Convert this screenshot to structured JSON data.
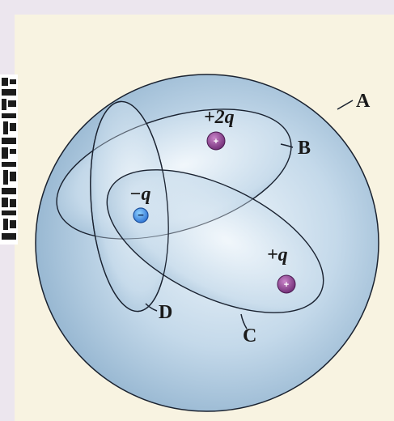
{
  "diagram": {
    "surfaces": {
      "A": {
        "label": "A"
      },
      "B": {
        "label": "B"
      },
      "C": {
        "label": "C"
      },
      "D": {
        "label": "D"
      }
    },
    "charges": [
      {
        "id": "plus-2q",
        "label": "+2q",
        "sign": "+",
        "color": "#7a2f7f"
      },
      {
        "id": "minus-q",
        "label": "−q",
        "sign": "−",
        "color": "#2a6fd1"
      },
      {
        "id": "plus-q",
        "label": "+q",
        "sign": "+",
        "color": "#7a2f7f"
      }
    ]
  },
  "colors": {
    "background": "#ece6ee",
    "panel": "#f8f3e1",
    "surface_fill": "#a9c6dd",
    "outline": "#1a2230"
  }
}
